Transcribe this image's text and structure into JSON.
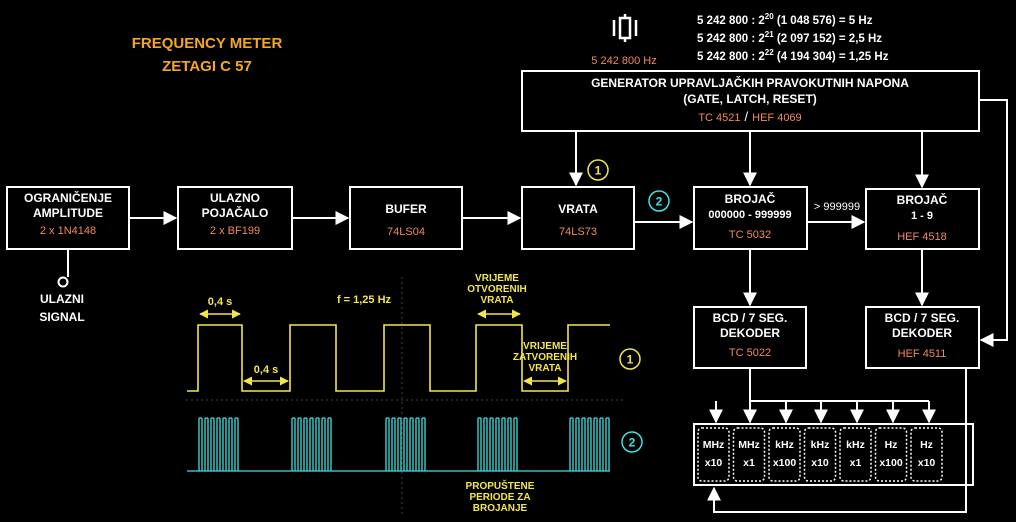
{
  "title": {
    "line1": "FREQUENCY METER",
    "line2": "ZETAGI  C 57"
  },
  "crystal": {
    "freq": "5 242 800 Hz"
  },
  "formulas": {
    "f1_a": "5 242 800 : 2",
    "f1_exp": "20",
    "f1_b": " (1 048 576) = 5 Hz",
    "f2_a": "5 242 800 : 2",
    "f2_exp": "21",
    "f2_b": " (2 097 152) = 2,5 Hz",
    "f3_a": "5 242 800 : 2",
    "f3_exp": "22",
    "f3_b": " (4 194 304) = 1,25 Hz"
  },
  "generator": {
    "line1": "GENERATOR UPRAVLJAČKIH PRAVOKUTNIH NAPONA",
    "line2": "(GATE, LATCH, RESET)",
    "chip1": "TC 4521",
    "sep": "/",
    "chip2": "HEF 4069"
  },
  "blocks": {
    "limiter": {
      "l1": "OGRANIČENJE",
      "l2": "AMPLITUDE",
      "chip": "2 x 1N4148"
    },
    "amp": {
      "l1": "ULAZNO",
      "l2": "POJAČALO",
      "chip": "2 x BF199"
    },
    "buffer": {
      "l1": "BUFER",
      "chip": "74LS04"
    },
    "gate": {
      "l1": "VRATA",
      "chip": "74LS73"
    },
    "counter1": {
      "l1": "BROJAČ",
      "l2": "000000 - 999999",
      "chip": "TC 5032"
    },
    "counter2": {
      "l1": "BROJAČ",
      "l2": "1 - 9",
      "chip": "HEF 4518"
    },
    "dec1": {
      "l1": "BCD / 7 SEG.",
      "l2": "DEKODER",
      "chip": "TC 5022"
    },
    "dec2": {
      "l1": "BCD / 7 SEG.",
      "l2": "DEKODER",
      "chip": "HEF 4511"
    }
  },
  "overflow_label": "> 999999",
  "input": {
    "l1": "ULAZNI",
    "l2": "SIGNAL"
  },
  "markers": {
    "one": "1",
    "two": "2"
  },
  "scope": {
    "t_high": "0,4 s",
    "t_low": "0,4 s",
    "freq": "f = 1,25 Hz",
    "open_l1": "VRIJEME",
    "open_l2": "OTVORENIH",
    "open_l3": "VRATA",
    "closed_l1": "VRIJEME",
    "closed_l2": "ZATVORENIH",
    "closed_l3": "VRATA",
    "pass_l1": "PROPUŠTENE",
    "pass_l2": "PERIODE ZA",
    "pass_l3": "BROJANJE"
  },
  "digits": [
    {
      "unit": "MHz",
      "mult": "x10"
    },
    {
      "unit": "MHz",
      "mult": "x1"
    },
    {
      "unit": "kHz",
      "mult": "x100"
    },
    {
      "unit": "kHz",
      "mult": "x10"
    },
    {
      "unit": "kHz",
      "mult": "x1"
    },
    {
      "unit": "Hz",
      "mult": "x100"
    },
    {
      "unit": "Hz",
      "mult": "x10"
    }
  ],
  "colors": {
    "orange": "#F5A623",
    "chip": "#F08A5D",
    "yellow": "#F2E64A",
    "cyan": "#3FE0E0",
    "white": "#FFFFFF"
  }
}
